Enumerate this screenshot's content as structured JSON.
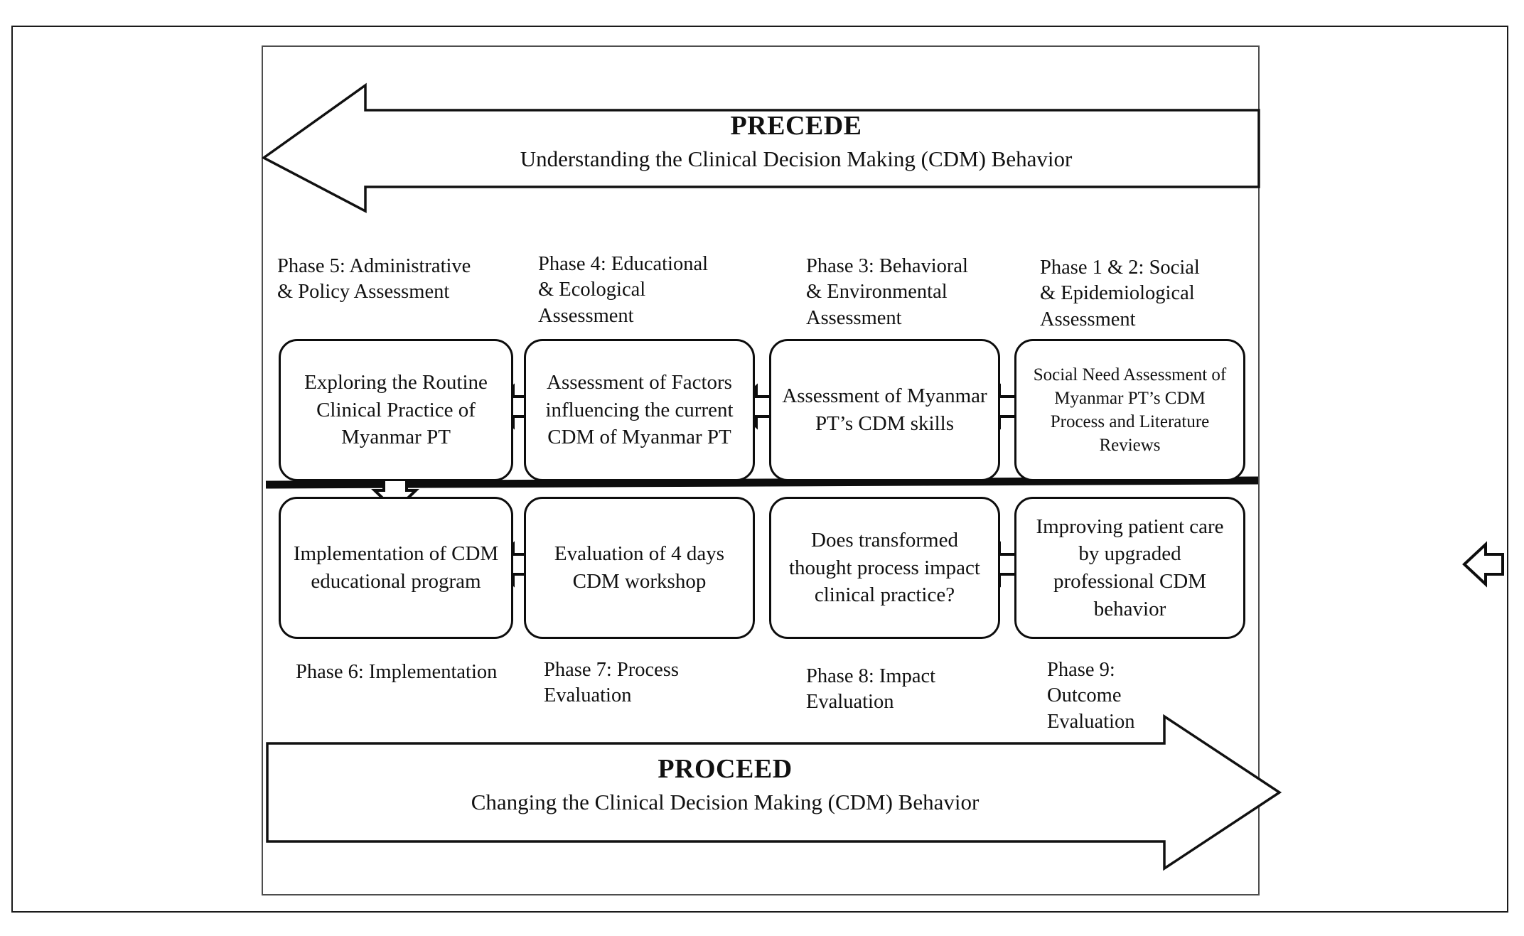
{
  "figure": {
    "model_name": "PRECEDE-PROCEED",
    "precede_banner": {
      "title": "PRECEDE",
      "subtitle": "Understanding the Clinical Decision Making (CDM) Behavior",
      "direction": "left"
    },
    "proceed_banner": {
      "title": "PROCEED",
      "subtitle": "Changing the Clinical Decision Making (CDM) Behavior",
      "direction": "right"
    },
    "top_phase_labels": [
      "Phase 5: Administrative\n& Policy Assessment",
      "Phase 4: Educational\n& Ecological\nAssessment",
      "Phase 3: Behavioral\n& Environmental\nAssessment",
      "Phase 1 & 2: Social\n& Epidemiological\nAssessment"
    ],
    "top_boxes": [
      "Exploring the Routine Clinical Practice of Myanmar PT",
      "Assessment of Factors influencing the current CDM of Myanmar PT",
      "Assessment of Myanmar PT’s CDM skills",
      "Social Need Assessment of Myanmar PT’s CDM Process and Literature Reviews"
    ],
    "bottom_boxes": [
      "Implementation of CDM educational program",
      "Evaluation of 4 days CDM workshop",
      "Does transformed thought process impact clinical practice?",
      "Improving patient care by upgraded professional CDM behavior"
    ],
    "bottom_phase_labels": [
      "Phase 6: Implementation",
      "Phase 7: Process\nEvaluation",
      "Phase 8: Impact\nEvaluation",
      "Phase 9:\nOutcome\nEvaluation"
    ],
    "colors": {
      "stroke": "#0d0d0d",
      "frame": "#4d4d4d",
      "background": "#ffffff",
      "text": "#111111"
    }
  }
}
